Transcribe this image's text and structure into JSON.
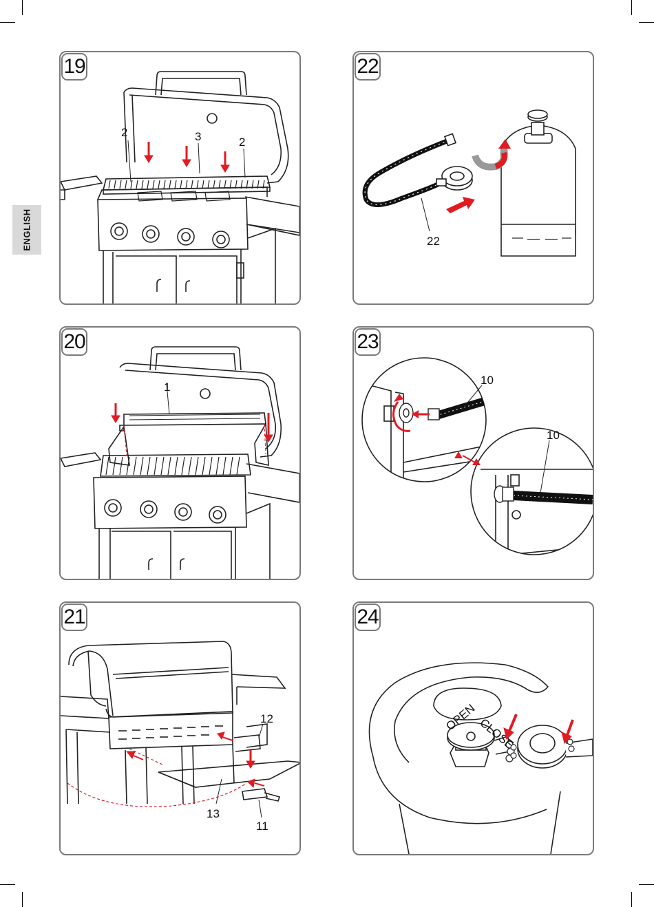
{
  "side_tab": {
    "language": "ENGLISH"
  },
  "colors": {
    "arrow": "#e01b22",
    "panel_border": "#7a7a7a",
    "tab_bg": "#d9d9d9"
  },
  "steps": [
    {
      "number": "19",
      "callouts": [
        "2",
        "3",
        "2"
      ]
    },
    {
      "number": "22",
      "callouts": [
        "22"
      ]
    },
    {
      "number": "20",
      "callouts": [
        "1"
      ]
    },
    {
      "number": "23",
      "callouts": [
        "10",
        "10"
      ]
    },
    {
      "number": "21",
      "callouts": [
        "12",
        "13",
        "11"
      ]
    },
    {
      "number": "24",
      "valve_labels": [
        "OPEN",
        "CLOSE"
      ]
    }
  ]
}
